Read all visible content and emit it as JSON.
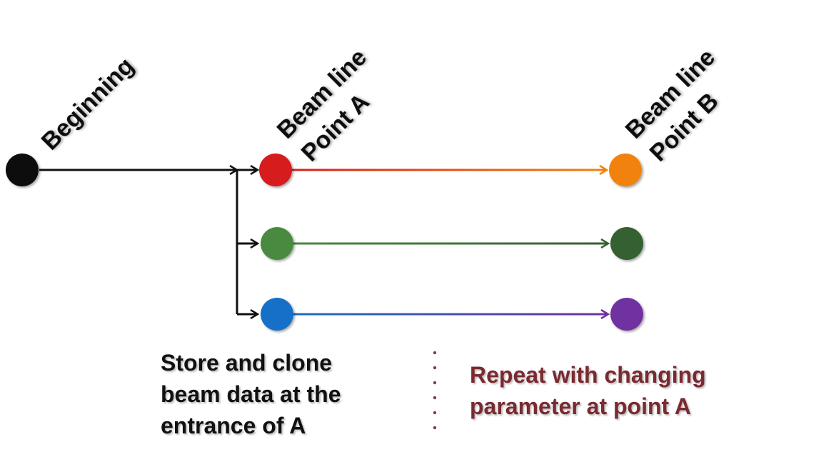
{
  "labels": {
    "beginning": "Beginning",
    "point_a_line1": "Beam line",
    "point_a_line2": "Point A",
    "point_b_line1": "Beam line",
    "point_b_line2": "Point B"
  },
  "notes": {
    "store": [
      "Store and clone",
      "beam data at the",
      "entrance of A"
    ],
    "repeat": [
      "Repeat with changing",
      "parameter at point A"
    ]
  },
  "colors": {
    "beginning": "#0a0a0a",
    "branch_red_start": "#d61a1a",
    "branch_red_end": "#f0820f",
    "branch_green_start": "#4a8a40",
    "branch_green_end": "#356030",
    "branch_blue_start": "#1670c8",
    "branch_blue_end": "#7030a0",
    "repeat_text": "#7a2a30",
    "dots": "#8a3a40"
  }
}
